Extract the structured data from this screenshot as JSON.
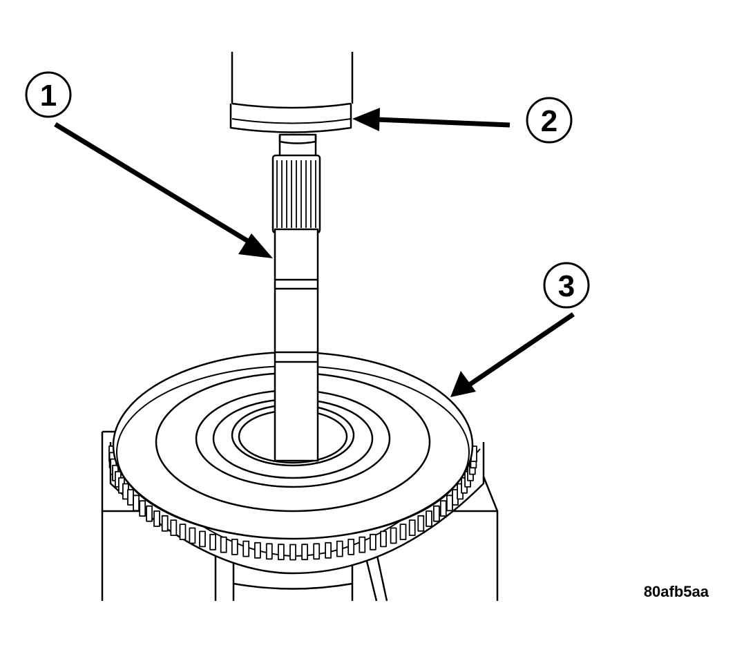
{
  "colors": {
    "ink": "#000000",
    "paper": "#ffffff"
  },
  "callouts": [
    {
      "label": "1"
    },
    {
      "label": "2"
    },
    {
      "label": "3"
    }
  ],
  "figure_id": "80afb5aa"
}
